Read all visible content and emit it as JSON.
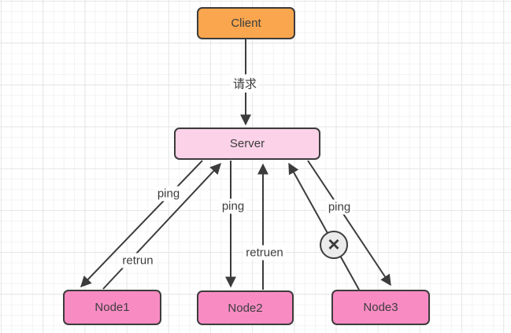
{
  "diagram": {
    "nodes": {
      "client": {
        "label": "Client"
      },
      "server": {
        "label": "Server"
      },
      "node1": {
        "label": "Node1"
      },
      "node2": {
        "label": "Node2"
      },
      "node3": {
        "label": "Node3"
      }
    },
    "edge_labels": {
      "request": "请求",
      "node1_ping": "ping",
      "node1_return": "retrun",
      "node2_ping": "ping",
      "node2_return": "retruen",
      "node3_ping": "ping"
    },
    "icons": {
      "fail_x": "×"
    },
    "colors": {
      "client_fill": "#F9A64E",
      "server_fill": "#FBD2E8",
      "node_fill": "#F98BC3",
      "shape_border": "#3C3C3C",
      "arrow": "#3C3C3C",
      "label_text": "#3D3D3D",
      "fail_fill": "#EBEBEB",
      "canvas_bg": "#FFFFFF",
      "grid_minor": "#F3F3F3",
      "grid_major": "#E6E6E6"
    }
  }
}
